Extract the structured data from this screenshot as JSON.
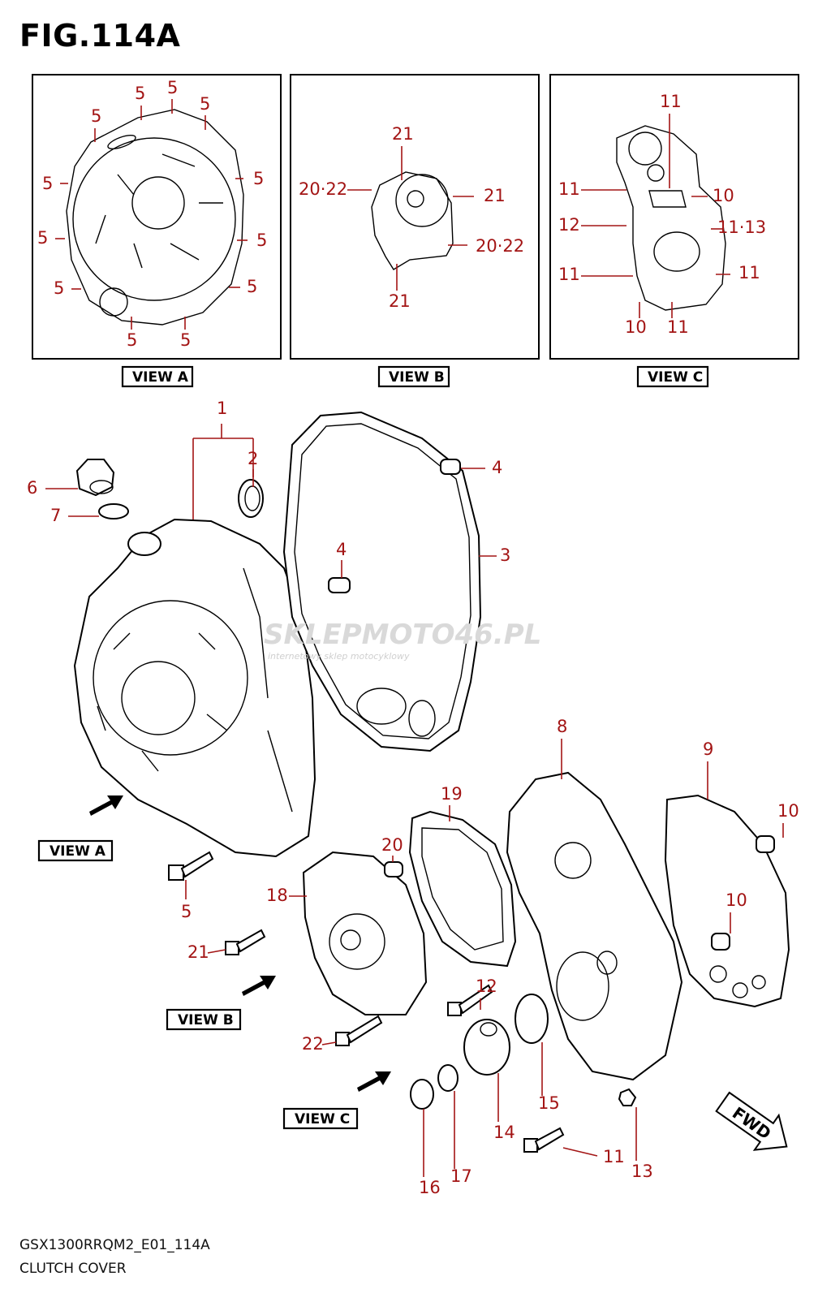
{
  "figure": {
    "title": "FIG.114A",
    "model_code": "GSX1300RRQM2_E01_114A",
    "name": "CLUTCH COVER"
  },
  "colors": {
    "callout": "#a31515",
    "line": "#000000",
    "watermark": "#d9d9d9"
  },
  "watermark": {
    "brand": "SKLEPMOTO46.PL",
    "tagline": "internetowy sklep motocyklowy"
  },
  "views": [
    {
      "label": "VIEW A",
      "callouts": [
        "5",
        "5",
        "5",
        "5",
        "5",
        "5",
        "5",
        "5",
        "5",
        "5",
        "5",
        "5",
        "5",
        "5"
      ]
    },
    {
      "label": "VIEW B",
      "callouts": [
        "21",
        "21",
        "21",
        "20·22",
        "20·22"
      ]
    },
    {
      "label": "VIEW C",
      "callouts": [
        "11",
        "11",
        "10",
        "12",
        "11·13",
        "11",
        "11",
        "10",
        "11"
      ]
    }
  ],
  "view_pointers": [
    "VIEW A",
    "VIEW B",
    "VIEW C"
  ],
  "part_callouts": [
    "1",
    "2",
    "3",
    "4",
    "4",
    "5",
    "6",
    "7",
    "8",
    "9",
    "10",
    "10",
    "11",
    "12",
    "13",
    "14",
    "15",
    "16",
    "17",
    "18",
    "19",
    "20",
    "21",
    "22"
  ],
  "direction_label": "FWD"
}
